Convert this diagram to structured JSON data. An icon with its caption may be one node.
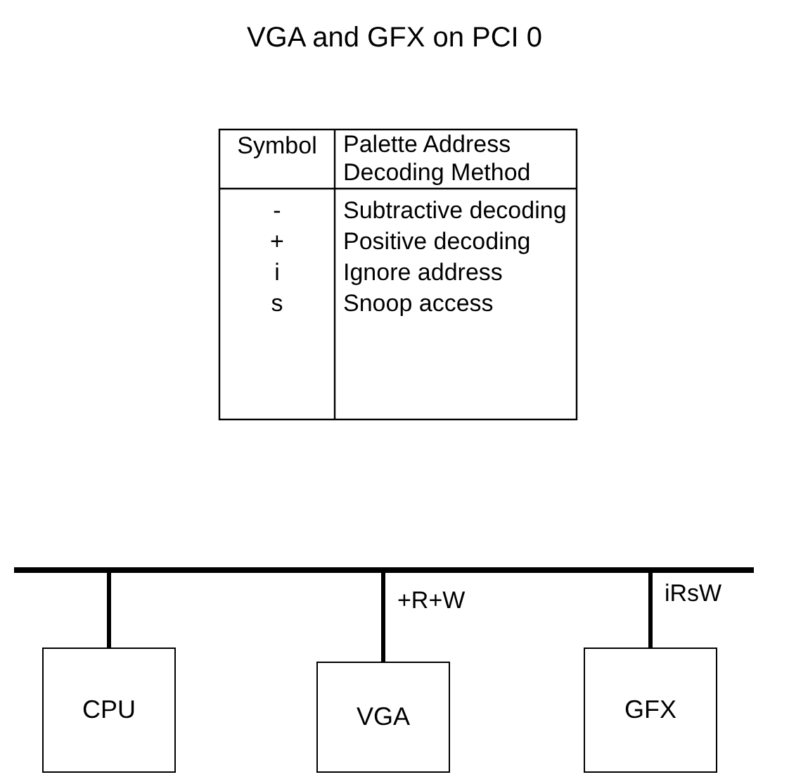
{
  "diagram": {
    "title": "VGA and GFX on PCI 0",
    "nodes": [
      {
        "text": [],
        "shape": "bar"
      },
      {
        "text": [
          "CPU"
        ]
      },
      {
        "text": [
          "VGA"
        ]
      },
      {
        "text": [
          "GFX"
        ]
      }
    ],
    "edges": [
      {
        "from": 0,
        "to": 1,
        "arrow": "none"
      },
      {
        "from": 0,
        "to": 2,
        "arrow": "none",
        "label": "+R+W"
      },
      {
        "from": 0,
        "to": 3,
        "arrow": "none",
        "label": "iRsW"
      }
    ],
    "labels": [
      "Symbol",
      "Palette Address Decoding Method",
      "-",
      "Subtractive decoding",
      "+",
      "Positive decoding",
      "i",
      "Ignore address",
      "s",
      "Snoop access"
    ]
  }
}
